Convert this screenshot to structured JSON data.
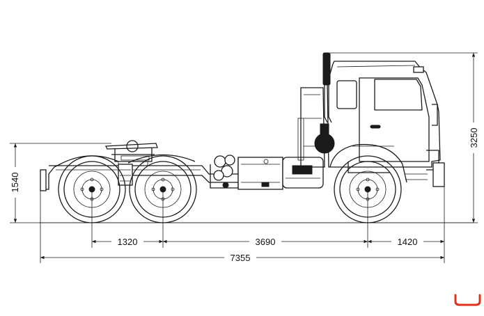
{
  "dimensions": {
    "rear_bogie_spacing": "1320",
    "wheelbase_to_front": "3690",
    "front_overhang": "1420",
    "overall_length": "7355",
    "fifth_wheel_height": "1540",
    "overall_height": "3250"
  },
  "logo": {
    "icon": "brand-mark-icon",
    "color": "#e0301e"
  }
}
